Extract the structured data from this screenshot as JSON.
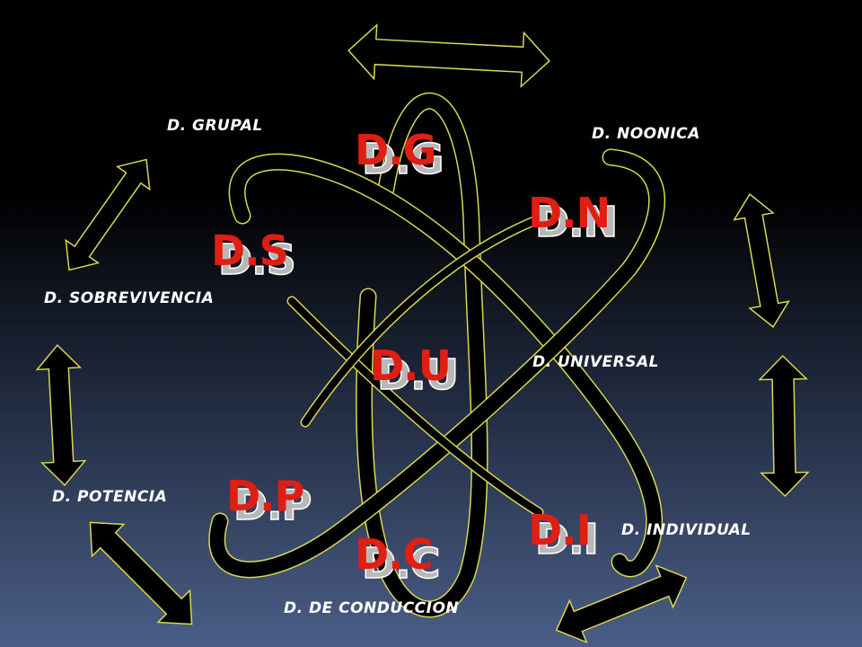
{
  "diagram": {
    "labels": {
      "grupal": "D. GRUPAL",
      "noonica": "D. NOONICA",
      "sobrevivencia": "D. SOBREVIVENCIA",
      "universal": "D. UNIVERSAL",
      "potencia": "D. POTENCIA",
      "individual": "D. INDIVIDUAL",
      "conduccion": "D. DE CONDUCCION"
    },
    "codes": {
      "g": "D.G",
      "n": "D.N",
      "s": "D.S",
      "u": "D.U",
      "p": "D.P",
      "i": "D.I",
      "c": "D.C"
    }
  },
  "colors": {
    "arrow_fill": "#000000",
    "arrow_outline": "#d8d850",
    "code_text": "#e01e12",
    "code_shadow": "#b8b8b8",
    "label_text": "#ffffff"
  },
  "icons": {
    "arrows": "double-headed-arrow",
    "orbits": "atom-orbit-ribbons"
  }
}
